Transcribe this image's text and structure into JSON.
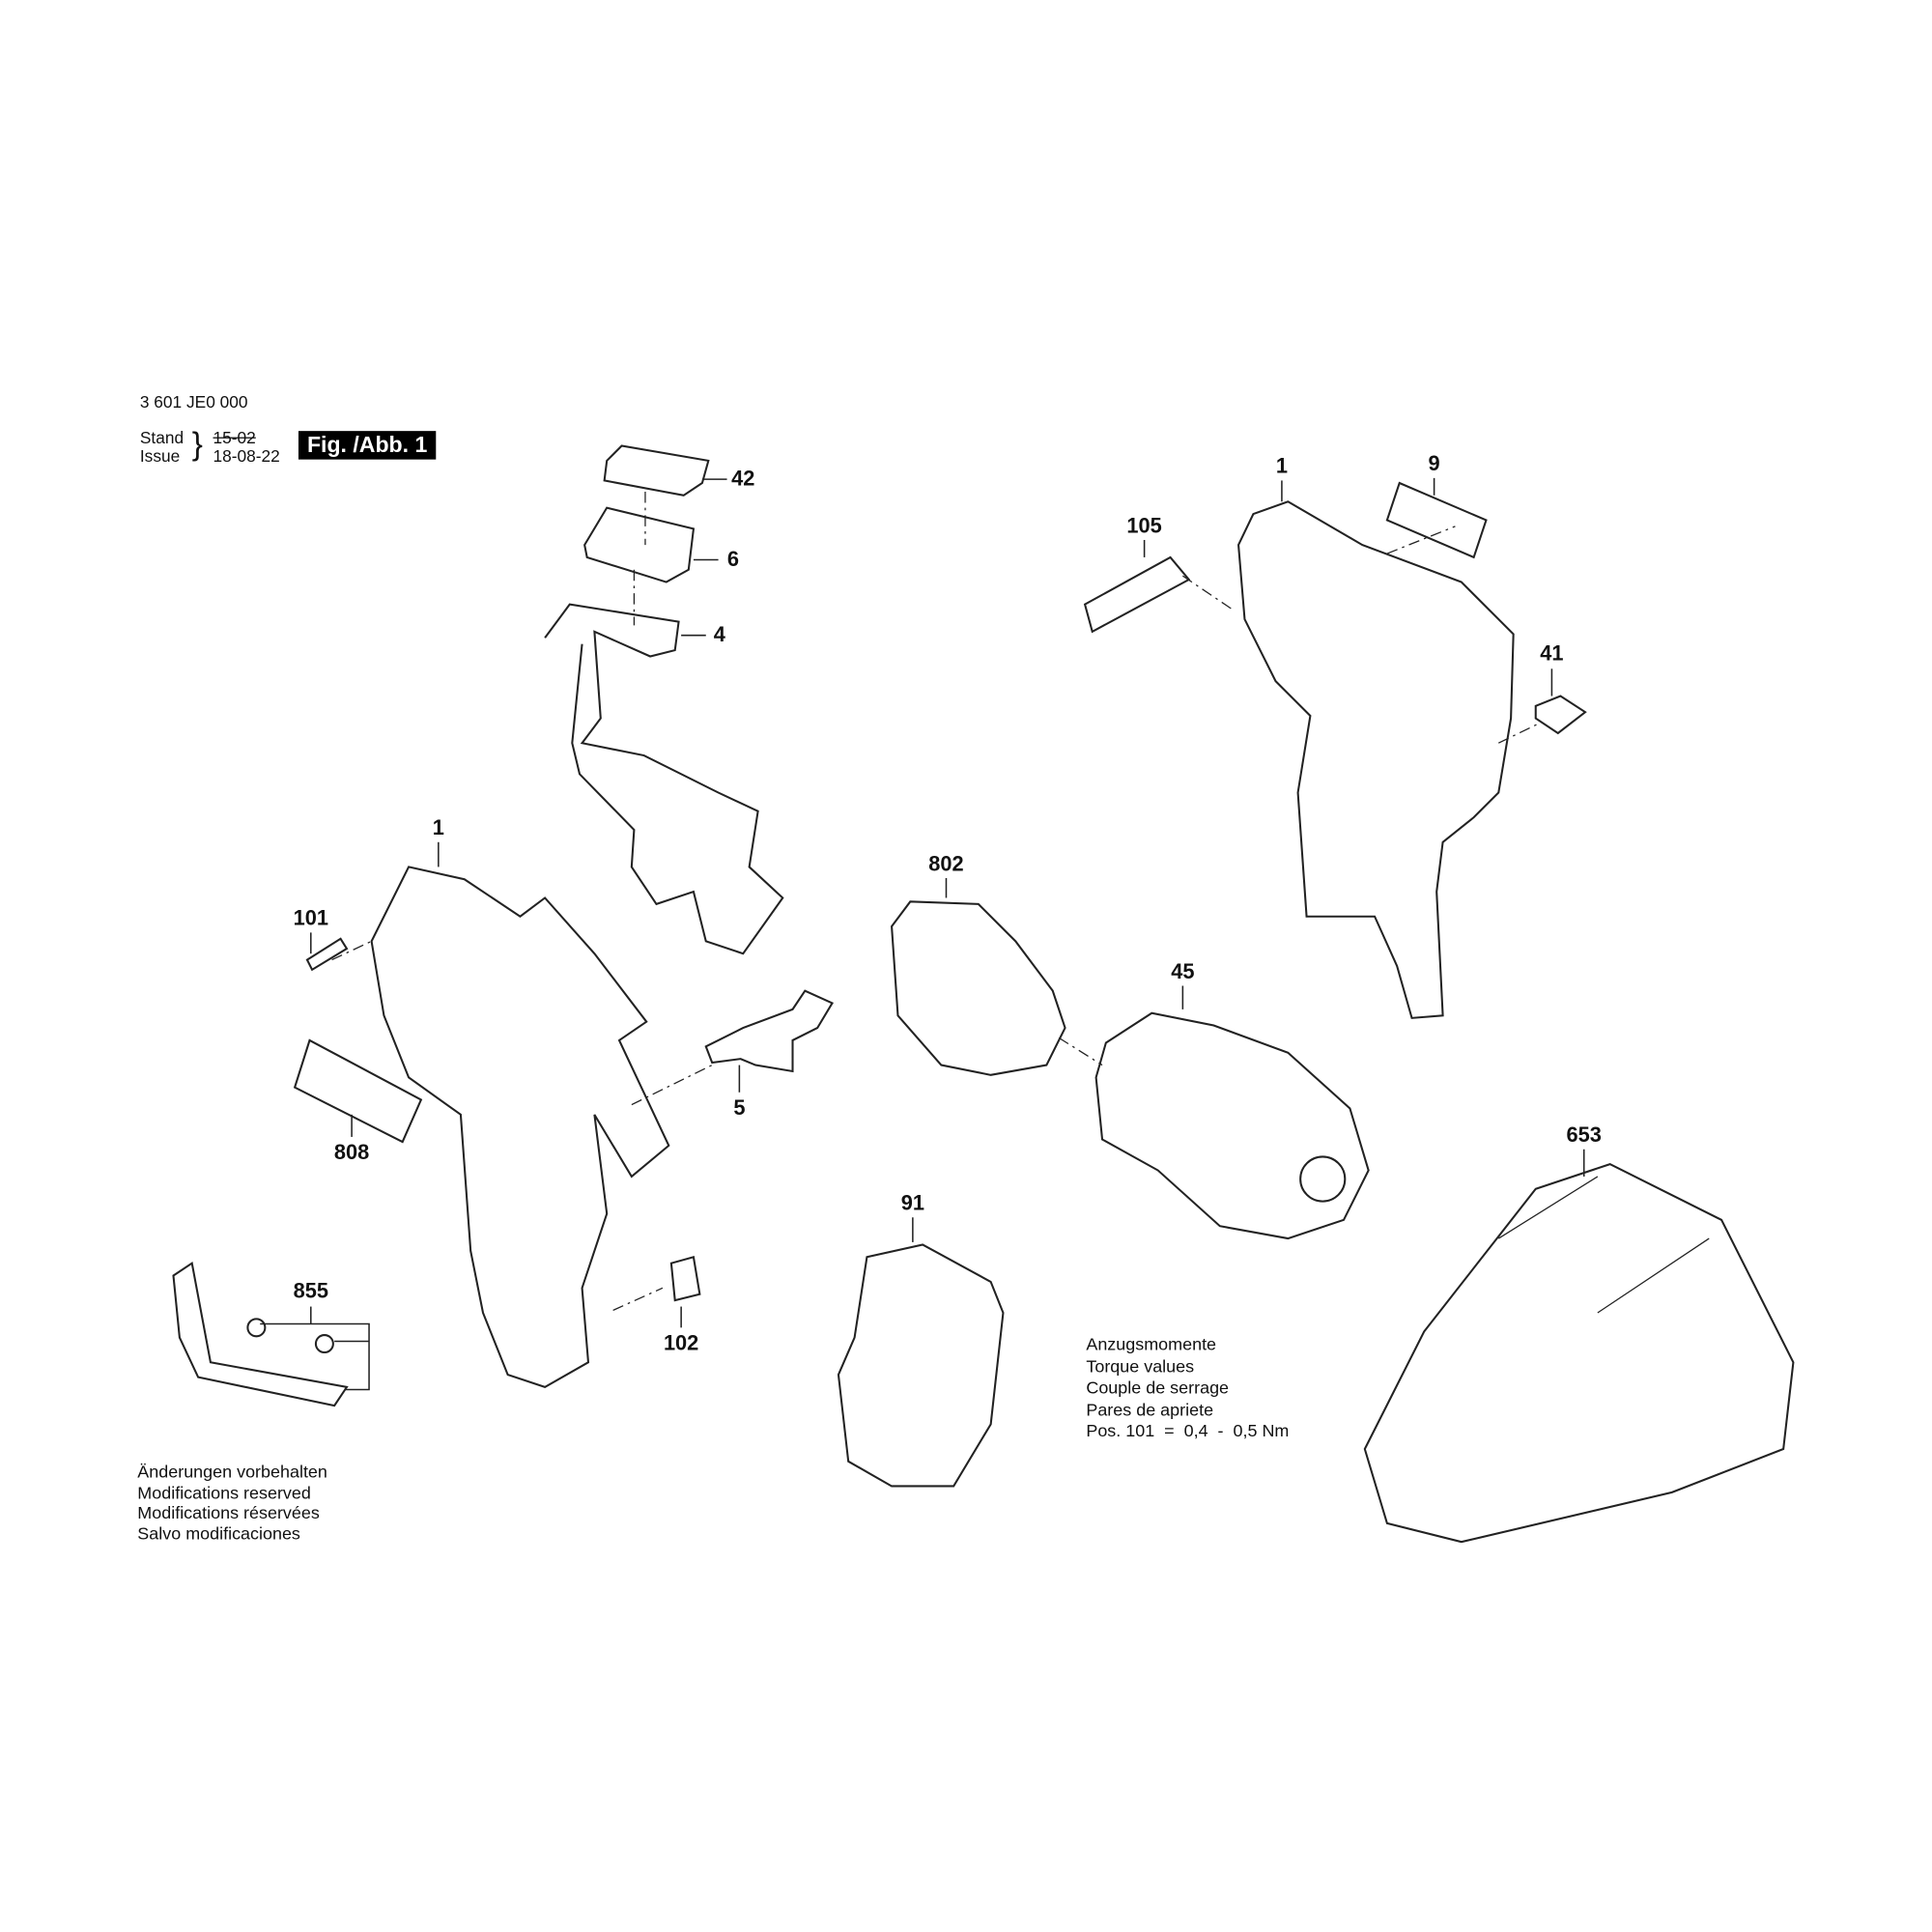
{
  "header": {
    "part_number": "3 601 JE0 000",
    "stand_label": "Stand",
    "issue_label": "Issue",
    "brace": "}",
    "old_date": "15-02",
    "issue_date": "18-08-22",
    "figure": "Fig. /Abb. 1"
  },
  "callouts": [
    "42",
    "6",
    "4",
    "1",
    "9",
    "105",
    "41",
    "1",
    "802",
    "101",
    "45",
    "5",
    "808",
    "653",
    "91",
    "855",
    "102"
  ],
  "torque": {
    "lines": [
      "Anzugsmomente",
      "Torque values",
      "Couple de serrage",
      "Pares de apriete"
    ],
    "spec": "Pos. 101  =  0,4  -  0,5 Nm"
  },
  "notice": [
    "Änderungen vorbehalten",
    "Modifications reserved",
    "Modifications réservées",
    "Salvo modificaciones"
  ]
}
